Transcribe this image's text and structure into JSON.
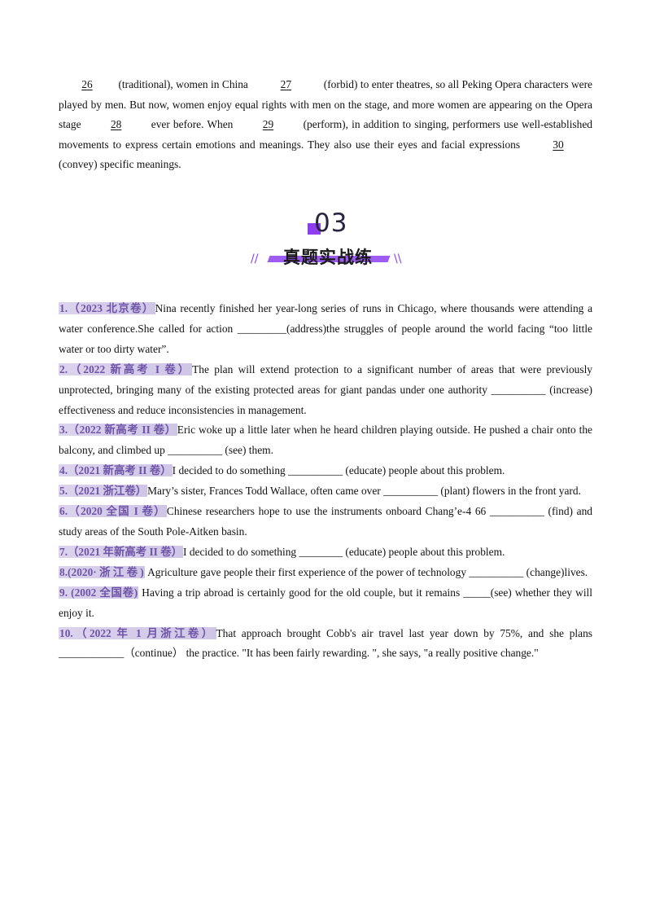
{
  "passage": {
    "p1_a": " (traditional), women in China ",
    "blank_26": "26",
    "blank_27": "27",
    "p1_b": " (forbid) to enter theatres, so all Peking Opera characters were played by men. But now, women enjoy equal rights with men on the stage, and more women are appearing on the Opera stage ",
    "blank_28": "28",
    "p1_c": " ever before. When ",
    "blank_29": "29",
    "p1_d": " (perform), in addition to singing, performers use well-established movements to express certain emotions and meanings. They also use their eyes and facial expressions ",
    "blank_30": "30",
    "p1_e": " (convey) specific meanings."
  },
  "section": {
    "number": "03",
    "title": "真题实战练",
    "slash_left": "//",
    "slash_right": "\\\\"
  },
  "questions": [
    {
      "tag": "1.（2023 北京卷）",
      "before": "Nina recently finished her year-long series of runs in Chicago,  where  thousands were attending a water conference.She called for action ",
      "blank": "_________",
      "after": "(address)the struggles of people around the world facing “too little water or too dirty water”."
    },
    {
      "tag": "2.（2022 新高考 I 卷）",
      "before": "The plan will extend protection to a significant number of areas that were previously unprotected, bringing many of the existing protected areas for giant pandas under one authority ",
      "blank": "__________",
      "after": " (increase)  effectiveness and reduce inconsistencies in management."
    },
    {
      "tag": "3.（2022 新高考 II 卷）",
      "before": "Eric woke up a little later when he heard children playing outside. He pushed a chair onto the balcony, and climbed up ",
      "blank": "__________",
      "after": " (see) them."
    },
    {
      "tag": "4.（2021 新高考 II 卷）",
      "before": "I decided to do something ",
      "blank": "__________",
      "after": " (educate) people about this problem."
    },
    {
      "tag": "5.（2021 浙江卷）",
      "before": "Mary’s sister, Frances Todd Wallace, often came over ",
      "blank": "__________",
      "after": " (plant) flowers in the front yard."
    },
    {
      "tag": "6.（2020 全国 I 卷）",
      "before": "Chinese researchers hope to use the instruments onboard Chang’e-4 66   ",
      "blank": "__________",
      "after": " (find) and study areas of the South Pole-Aitken basin."
    },
    {
      "tag": "7.（2021 年新高考 II 卷）",
      "before": "I decided to do something ",
      "blank": "________",
      "after": " (educate) people about this problem."
    },
    {
      "tag": "8.(2020· 浙 江 卷 )",
      "before": " Agriculture gave people their first experience of the power of technology ",
      "blank": "__________",
      "after": " (change)lives."
    },
    {
      "tag": "9.  (2002 全国卷)",
      "before": " Having a trip abroad is certainly good for the old couple, but it remains ",
      "blank": "_____",
      "after": "(see) whether they will enjoy it."
    },
    {
      "tag": "10.（2022 年 1 月浙江卷）",
      "before": "That approach brought Cobb's air travel last year down by 75%, and she plans ",
      "blank": "____________",
      "after": "（continue）  the practice. \"It has been fairly rewarding. \", she says, \"a really positive change.\""
    }
  ]
}
